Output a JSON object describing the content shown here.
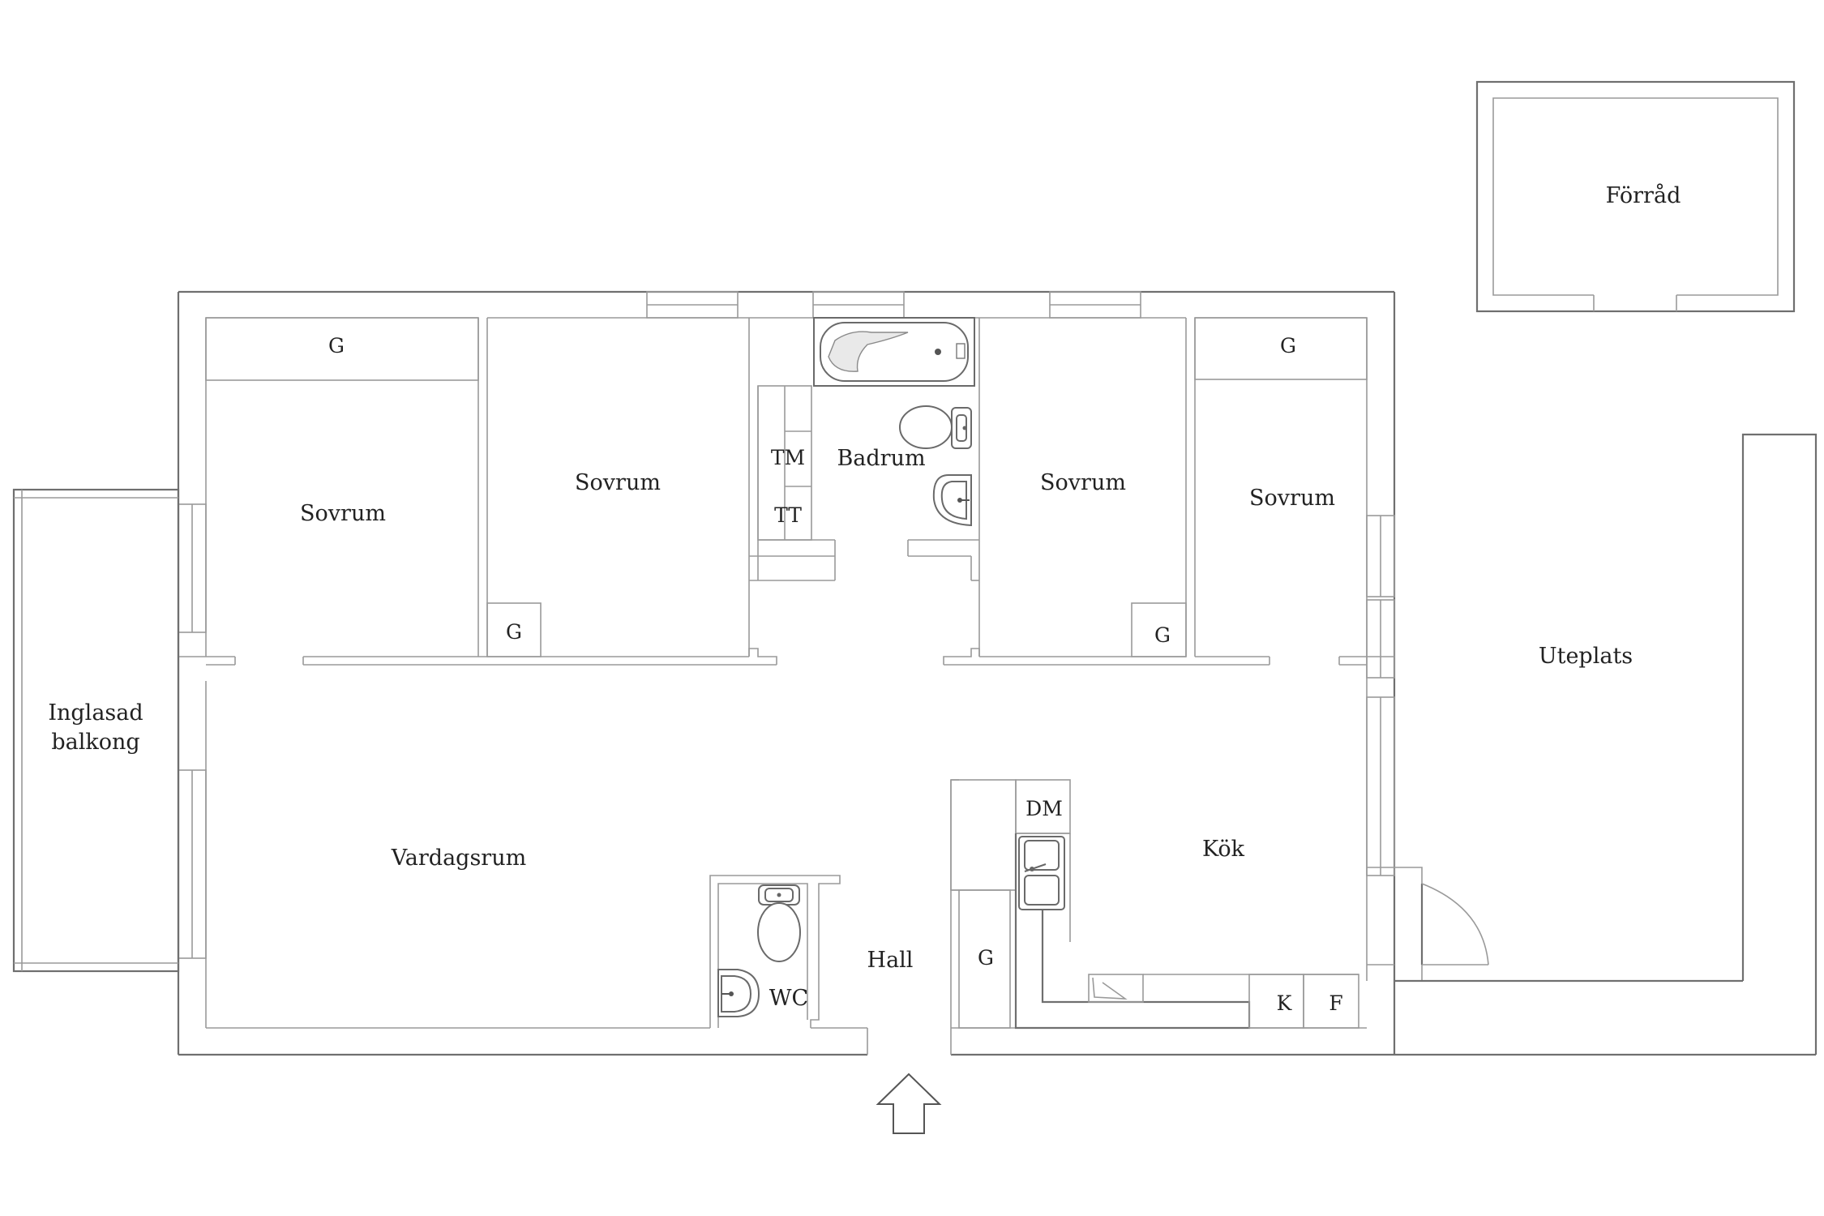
{
  "rooms": {
    "forrad": "Förråd",
    "sovrum_1": "Sovrum",
    "sovrum_2": "Sovrum",
    "sovrum_3": "Sovrum",
    "sovrum_4": "Sovrum",
    "badrum": "Badrum",
    "balkong_line1": "Inglasad",
    "balkong_line2": "balkong",
    "vardagsrum": "Vardagsrum",
    "hall": "Hall",
    "wc": "WC",
    "kok": "Kök",
    "uteplats": "Uteplats"
  },
  "fixtures": {
    "g_sovrum_1_top": "G",
    "g_sovrum_2_bottom": "G",
    "g_sovrum_3_bottom": "G",
    "g_sovrum_4_top": "G",
    "g_hall": "G",
    "tm": "TM",
    "tt": "TT",
    "dm": "DM",
    "k": "K",
    "f": "F"
  },
  "icons": [
    "entrance-arrow-icon",
    "bathtub-icon",
    "toilet-icon",
    "sink-icon",
    "kitchen-sink-icon",
    "door-swing-icon",
    "stove-icon"
  ]
}
